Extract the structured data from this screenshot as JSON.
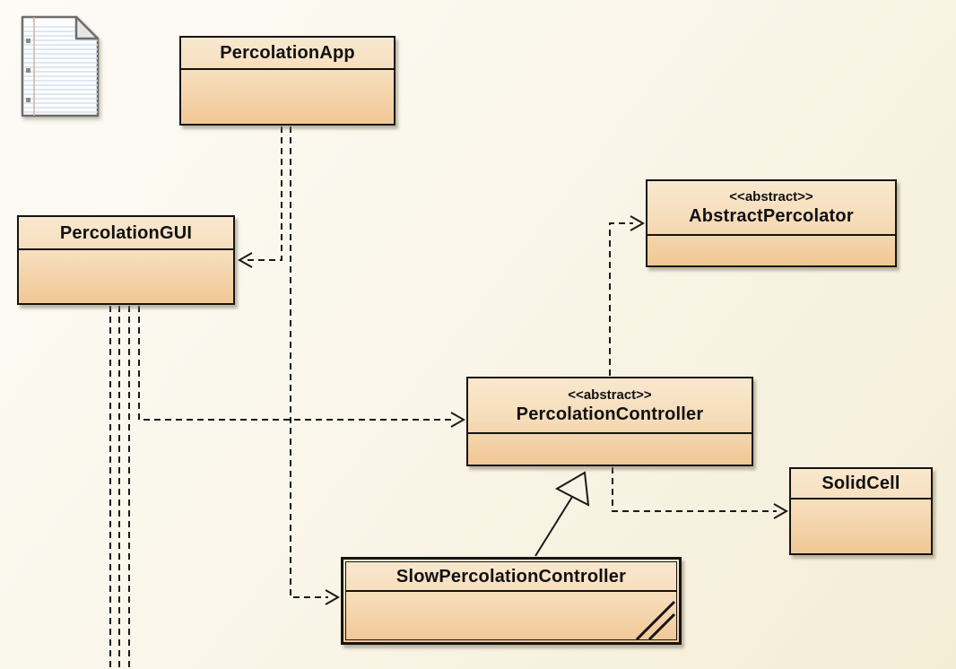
{
  "diagram": {
    "kind": "uml-class-diagram",
    "colors": {
      "background_top": "#fcfbf6",
      "background_bottom": "#f4edd6",
      "class_fill_top": "#f9e8cf",
      "class_fill_bottom": "#f1c795",
      "class_border": "#141414",
      "connector": "#1a1a1a"
    },
    "icons": [
      {
        "name": "document-icon",
        "description": "lined notepad page with folded corner and punch holes"
      }
    ],
    "classes": {
      "percolation_app": {
        "stereotype": "",
        "name": "PercolationApp"
      },
      "percolation_gui": {
        "stereotype": "",
        "name": "PercolationGUI"
      },
      "abstract_percolator": {
        "stereotype": "<<abstract>>",
        "name": "AbstractPercolator"
      },
      "percolation_controller": {
        "stereotype": "<<abstract>>",
        "name": "PercolationController"
      },
      "solid_cell": {
        "stereotype": "",
        "name": "SolidCell"
      },
      "slow_percolation_controller": {
        "stereotype": "",
        "name": "SlowPercolationController"
      }
    },
    "relationships": [
      {
        "from": "PercolationApp",
        "to": "PercolationGUI",
        "type": "dependency",
        "style": "dashed-open-arrow"
      },
      {
        "from": "PercolationApp",
        "to": "SlowPercolationController",
        "type": "dependency",
        "style": "dashed-open-arrow"
      },
      {
        "from": "PercolationGUI",
        "to": "PercolationController",
        "type": "dependency",
        "style": "dashed-open-arrow"
      },
      {
        "from": "PercolationGUI",
        "to": "off-canvas-bottom",
        "type": "dependency",
        "style": "three-dashed-lines"
      },
      {
        "from": "PercolationController",
        "to": "AbstractPercolator",
        "type": "dependency",
        "style": "dashed-open-arrow"
      },
      {
        "from": "PercolationController",
        "to": "SolidCell",
        "type": "dependency",
        "style": "dashed-open-arrow"
      },
      {
        "from": "SlowPercolationController",
        "to": "PercolationController",
        "type": "generalization",
        "style": "solid-hollow-triangle"
      }
    ]
  }
}
